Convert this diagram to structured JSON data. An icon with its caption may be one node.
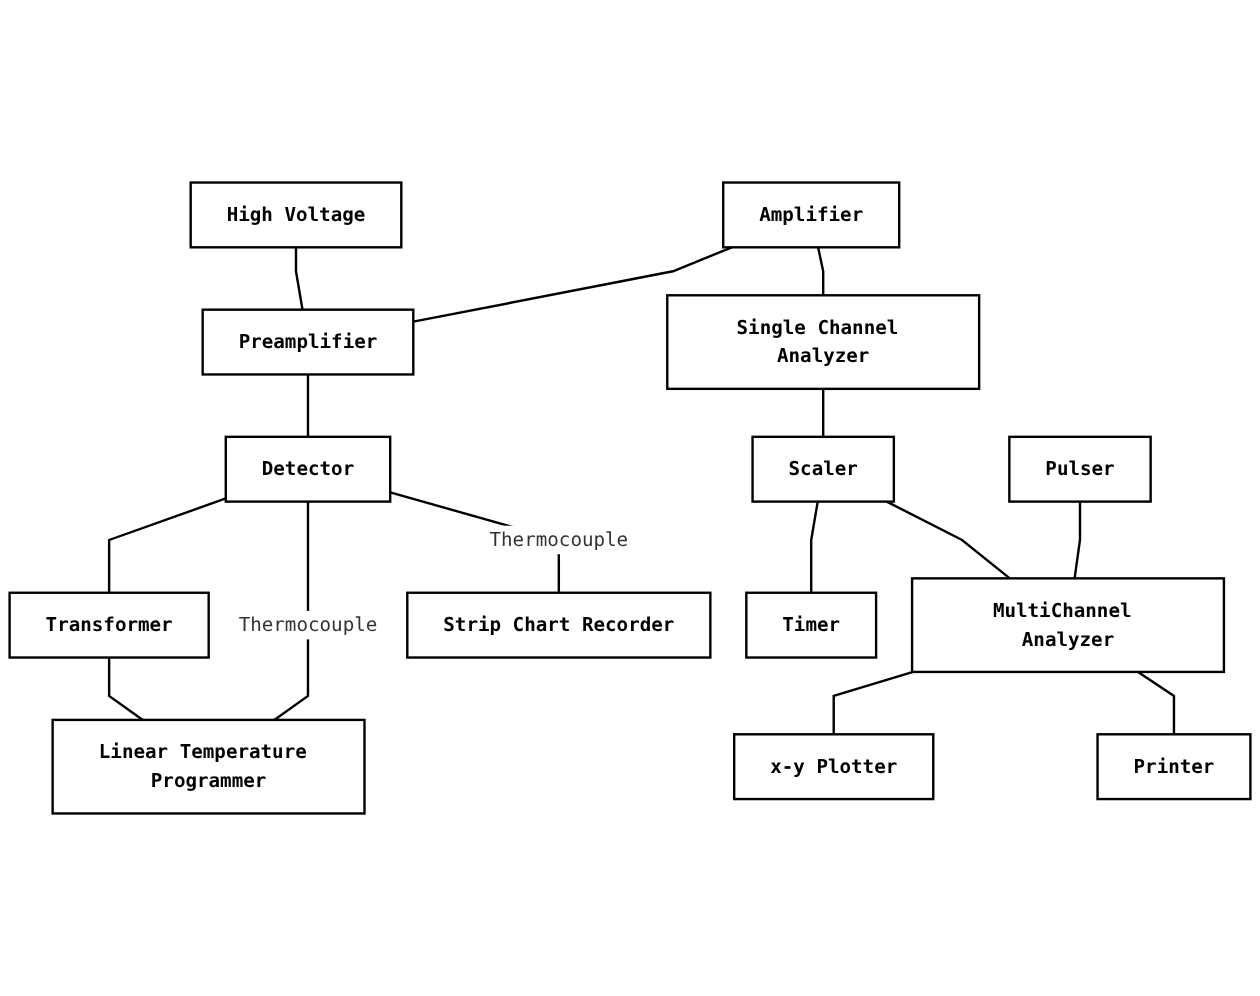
{
  "diagram": {
    "nodes": [
      {
        "text": [
          "High Voltage"
        ]
      },
      {
        "text": [
          "Amplifier"
        ]
      },
      {
        "text": [
          "Single Channel Analyzer"
        ]
      },
      {
        "text": [
          "Scaler"
        ]
      },
      {
        "text": [
          "Preamplifier"
        ]
      },
      {
        "text": [
          "Timer"
        ]
      },
      {
        "text": [
          "Detector"
        ]
      },
      {
        "text": [
          "Pulser"
        ]
      },
      {
        "text": [
          "MultiChannel Analyzer"
        ]
      },
      {
        "text": [
          "Transformer"
        ]
      },
      {
        "text": [
          "x-y Plotter"
        ]
      },
      {
        "text": [
          "Linear Temperature Programmer"
        ]
      },
      {
        "text": [
          "Strip Chart Recorder"
        ]
      },
      {
        "text": [
          "Printer"
        ]
      }
    ],
    "edges": [
      {
        "from": 0,
        "to": 4,
        "arrow": "none"
      },
      {
        "from": 1,
        "to": 4,
        "arrow": "none"
      },
      {
        "from": 1,
        "to": 2,
        "arrow": "none"
      },
      {
        "from": 2,
        "to": 3,
        "arrow": "none"
      },
      {
        "from": 3,
        "to": 5,
        "arrow": "none"
      },
      {
        "from": 3,
        "to": 8,
        "arrow": "none"
      },
      {
        "from": 4,
        "to": 6,
        "arrow": "none"
      },
      {
        "from": 6,
        "to": 9,
        "arrow": "none"
      },
      {
        "from": 9,
        "to": 11,
        "arrow": "none"
      },
      {
        "from": 6,
        "to": 11,
        "arrow": "none",
        "label": "Thermocouple"
      },
      {
        "from": 6,
        "to": 12,
        "arrow": "none",
        "label": "Thermocouple"
      },
      {
        "from": 7,
        "to": 8,
        "arrow": "none"
      },
      {
        "from": 8,
        "to": 10,
        "arrow": "none"
      },
      {
        "from": 8,
        "to": 13,
        "arrow": "none"
      }
    ]
  }
}
